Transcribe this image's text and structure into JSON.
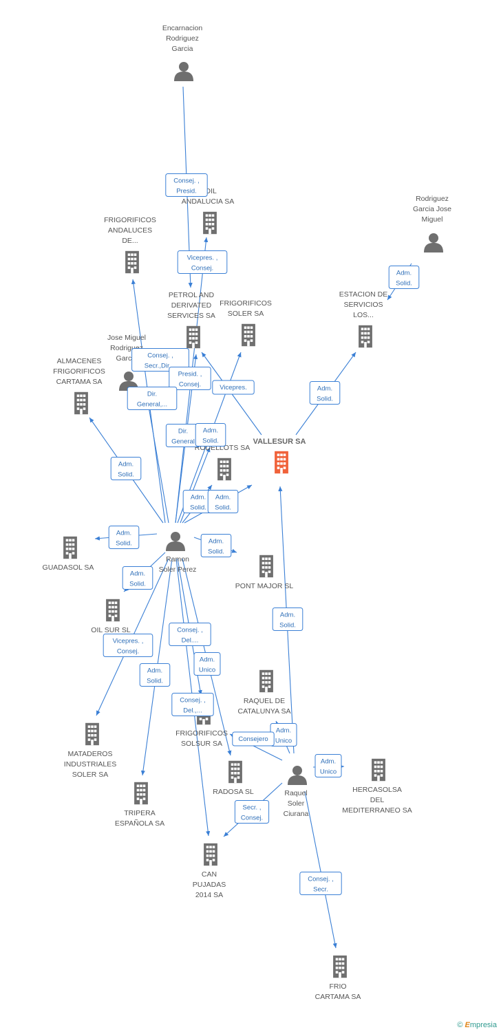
{
  "colors": {
    "edge": "#3a7fd5",
    "node": "#6f6f6f",
    "main": "#f0623a",
    "footer": "#2f9a8f"
  },
  "nodes": [
    {
      "id": "encarnacion",
      "type": "person",
      "lines": [
        "Encarnacion",
        "Rodriguez",
        "Garcia"
      ]
    },
    {
      "id": "rodriguez_jm",
      "type": "person",
      "lines": [
        "Rodriguez",
        "Garcia Jose",
        "Miguel"
      ]
    },
    {
      "id": "jose_miguel",
      "type": "person",
      "lines": [
        "Jose Miguel",
        "Rodriguez",
        "Garcia"
      ]
    },
    {
      "id": "ramon",
      "type": "person",
      "lines": [
        "Ramon",
        "Soler Perez"
      ]
    },
    {
      "id": "raquel",
      "type": "person",
      "lines": [
        "Raquel",
        "Soler",
        "Ciurana"
      ]
    },
    {
      "id": "vallesur",
      "type": "main",
      "lines": [
        "VALLESUR SA"
      ]
    },
    {
      "id": "oil_andalucia",
      "type": "company",
      "lines": [
        "...OIL",
        "ANDALUCIA SA"
      ]
    },
    {
      "id": "frig_andaluces",
      "type": "company",
      "lines": [
        "FRIGORIFICOS",
        "ANDALUCES",
        "DE..."
      ]
    },
    {
      "id": "petrol",
      "type": "company",
      "lines": [
        "PETROL AND",
        "DERIVATED",
        "SERVICES SA"
      ]
    },
    {
      "id": "frig_soler",
      "type": "company",
      "lines": [
        "FRIGORIFICOS",
        "SOLER SA"
      ]
    },
    {
      "id": "estacion",
      "type": "company",
      "lines": [
        "ESTACION DE",
        "SERVICIOS",
        "LOS..."
      ]
    },
    {
      "id": "almacenes",
      "type": "company",
      "lines": [
        "ALMACENES",
        "FRIGORIFICOS",
        "CARTAMA SA"
      ]
    },
    {
      "id": "rodellots",
      "type": "company",
      "lines": [
        "RODELLOTS SA"
      ]
    },
    {
      "id": "guadasol",
      "type": "company",
      "lines": [
        "GUADASOL SA"
      ]
    },
    {
      "id": "pont_major",
      "type": "company",
      "lines": [
        "PONT MAJOR SL"
      ]
    },
    {
      "id": "oil_sur",
      "type": "company",
      "lines": [
        "OIL SUR SL"
      ]
    },
    {
      "id": "raquel_cat",
      "type": "company",
      "lines": [
        "RAQUEL DE",
        "CATALUNYA SA"
      ]
    },
    {
      "id": "mataderos",
      "type": "company",
      "lines": [
        "MATADEROS",
        "INDUSTRIALES",
        "SOLER SA"
      ]
    },
    {
      "id": "frig_solsur",
      "type": "company",
      "lines": [
        "FRIGORIFICOS",
        "SOLSUR SA"
      ]
    },
    {
      "id": "hercasolsa",
      "type": "company",
      "lines": [
        "HERCASOLSA",
        "DEL",
        "MEDITERRANEO SA"
      ]
    },
    {
      "id": "radosa",
      "type": "company",
      "lines": [
        "RADOSA SL"
      ]
    },
    {
      "id": "tripera",
      "type": "company",
      "lines": [
        "TRIPERA",
        "ESPAÑOLA SA"
      ]
    },
    {
      "id": "can_pujadas",
      "type": "company",
      "lines": [
        "CAN",
        "PUJADAS",
        "2014 SA"
      ]
    },
    {
      "id": "frio_cartama",
      "type": "company",
      "lines": [
        "FRIO",
        "CARTAMA SA"
      ]
    }
  ],
  "edges": [
    {
      "from": "encarnacion",
      "to": "petrol",
      "lines": [
        "Consej. ,",
        "Presid."
      ]
    },
    {
      "from": "ramon",
      "to": "oil_andalucia",
      "lines": [
        "Vicepres. ,",
        "Consej."
      ]
    },
    {
      "from": "rodriguez_jm",
      "to": "estacion",
      "lines": [
        "Adm.",
        "Solid."
      ]
    },
    {
      "from": "ramon",
      "to": "frig_andaluces",
      "lines": [
        "Consej. ,",
        "Secr.,Dir...."
      ]
    },
    {
      "from": "ramon",
      "to": "petrol",
      "lines": [
        "Presid. ,",
        "Consej."
      ]
    },
    {
      "from": "ramon",
      "to": "jose_miguel_box",
      "lines": [
        "Dir.",
        "General,..."
      ]
    },
    {
      "from": "vallesur",
      "to": "petrol",
      "lines": [
        "Vicepres."
      ]
    },
    {
      "from": "vallesur",
      "to": "estacion",
      "lines": [
        "Adm.",
        "Solid."
      ]
    },
    {
      "from": "ramon",
      "to": "frig_soler",
      "lines": [
        "Dir.",
        "General"
      ]
    },
    {
      "from": "ramon",
      "to": "frig_soler_b",
      "lines": [
        "Adm.",
        "Solid."
      ]
    },
    {
      "from": "ramon",
      "to": "almacenes",
      "lines": [
        "Adm.",
        "Solid."
      ]
    },
    {
      "from": "ramon",
      "to": "rodellots",
      "lines": [
        "Adm.",
        "Solid."
      ]
    },
    {
      "from": "ramon",
      "to": "vallesur",
      "lines": [
        "Adm.",
        "Solid."
      ]
    },
    {
      "from": "ramon",
      "to": "guadasol",
      "lines": [
        "Adm.",
        "Solid."
      ]
    },
    {
      "from": "ramon",
      "to": "pont_major",
      "lines": [
        "Adm.",
        "Solid."
      ]
    },
    {
      "from": "ramon",
      "to": "oil_sur",
      "lines": [
        "Adm.",
        "Solid."
      ]
    },
    {
      "from": "raquel",
      "to": "vallesur",
      "lines": [
        "Adm.",
        "Solid."
      ]
    },
    {
      "from": "ramon",
      "to": "mataderos",
      "lines": [
        "Vicepres. ,",
        "Consej."
      ]
    },
    {
      "from": "ramon",
      "to": "frig_solsur",
      "lines": [
        "Consej. ,",
        "Del...."
      ]
    },
    {
      "from": "ramon",
      "to": "radosa",
      "lines": [
        "Adm.",
        "Unico"
      ]
    },
    {
      "from": "ramon",
      "to": "tripera",
      "lines": [
        "Adm.",
        "Solid."
      ]
    },
    {
      "from": "ramon",
      "to": "can_pujadas",
      "lines": [
        "Consej. ,",
        "Del.,..."
      ]
    },
    {
      "from": "raquel",
      "to": "raquel_cat",
      "lines": [
        "Adm.",
        "Unico"
      ]
    },
    {
      "from": "raquel",
      "to": "frig_solsur",
      "lines": [
        "Consejero"
      ]
    },
    {
      "from": "raquel",
      "to": "hercasolsa",
      "lines": [
        "Adm.",
        "Unico"
      ]
    },
    {
      "from": "raquel",
      "to": "can_pujadas",
      "lines": [
        "Secr. ,",
        "Consej."
      ]
    },
    {
      "from": "raquel",
      "to": "frio_cartama",
      "lines": [
        "Consej. ,",
        "Secr."
      ]
    }
  ],
  "footer": {
    "copyright": "©",
    "brand_initial": "E",
    "brand_rest": "mpresia"
  }
}
